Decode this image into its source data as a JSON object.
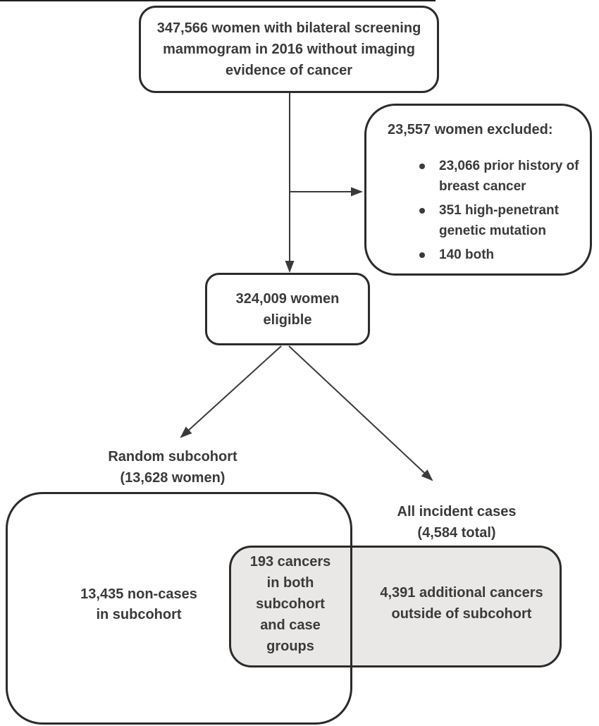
{
  "colors": {
    "border": "#2b2b2b",
    "text": "#3a3a3a",
    "overlap_fill": "#e9e8e6",
    "arrow": "#3a3a3a"
  },
  "top_box": {
    "lines": [
      "347,566 women with bilateral screening",
      "mammogram in 2016 without imaging",
      "evidence of cancer"
    ]
  },
  "excluded_box": {
    "title": "23,557 women excluded:",
    "bullets": [
      "23,066 prior history of breast cancer",
      "351 high-penetrant genetic mutation",
      "140 both"
    ]
  },
  "eligible_box": {
    "lines": [
      "324,009 women",
      "eligible"
    ]
  },
  "branches": {
    "random_subcohort": {
      "lines": [
        "Random subcohort",
        "(13,628 women)"
      ]
    },
    "incident_cases": {
      "lines": [
        "All incident cases",
        "(4,584 total)"
      ]
    }
  },
  "venn": {
    "subcohort_only": {
      "lines": [
        "13,435 non-cases",
        "in subcohort"
      ]
    },
    "overlap": {
      "lines": [
        "193 cancers",
        "in both",
        "subcohort",
        "and case",
        "groups"
      ]
    },
    "cases_only": {
      "lines": [
        "4,391 additional cancers",
        "outside of subcohort"
      ]
    }
  }
}
